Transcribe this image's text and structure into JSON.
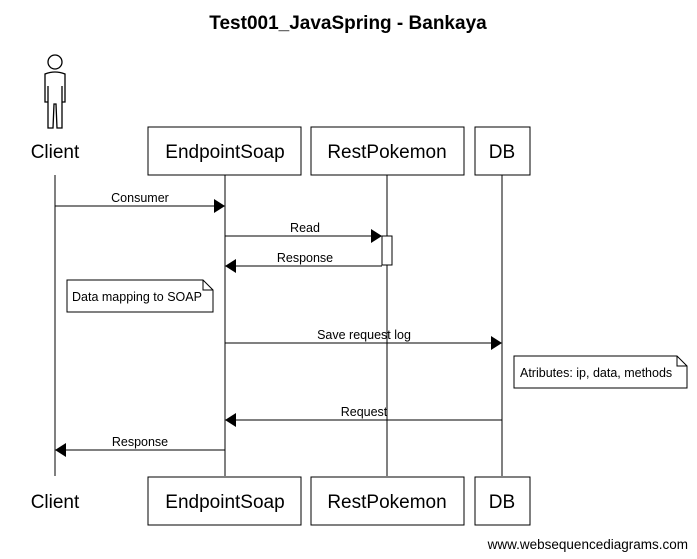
{
  "title": "Test001_JavaSpring - Bankaya",
  "participants": [
    {
      "id": "client",
      "label": "Client",
      "kind": "actor"
    },
    {
      "id": "endpoint",
      "label": "EndpointSoap",
      "kind": "box"
    },
    {
      "id": "rest",
      "label": "RestPokemon",
      "kind": "box"
    },
    {
      "id": "db",
      "label": "DB",
      "kind": "box"
    }
  ],
  "messages": [
    {
      "from": "client",
      "to": "endpoint",
      "label": "Consumer"
    },
    {
      "from": "endpoint",
      "to": "rest",
      "label": "Read"
    },
    {
      "from": "rest",
      "to": "endpoint",
      "label": "Response"
    },
    {
      "from": "endpoint",
      "to": "db",
      "label": "Save request log"
    },
    {
      "from": "db",
      "to": "endpoint",
      "label": "Request"
    },
    {
      "from": "endpoint",
      "to": "client",
      "label": "Response"
    }
  ],
  "notes": [
    {
      "text": "Data mapping to SOAP",
      "placement": "left of EndpointSoap"
    },
    {
      "text": "Atributes: ip, data, methods",
      "placement": "right of DB"
    }
  ],
  "footer": "www.websequencediagrams.com",
  "colors": {
    "line": "#000000",
    "background": "#ffffff",
    "note_fill": "#ffffff"
  }
}
